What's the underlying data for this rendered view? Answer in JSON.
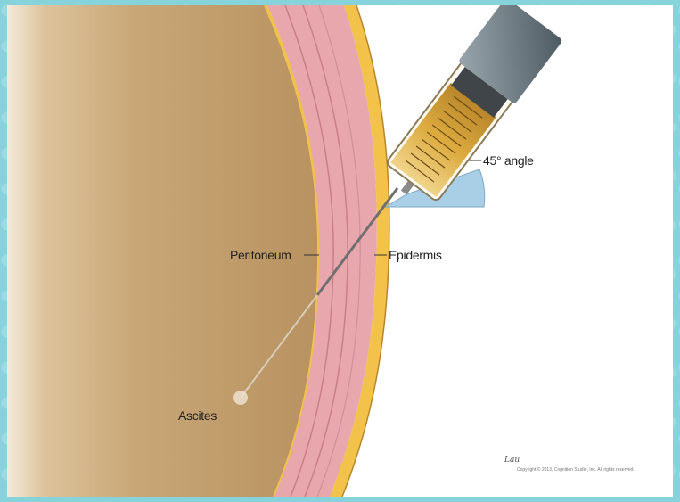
{
  "labels": {
    "angle": "45° angle",
    "peritoneum": "Peritoneum",
    "epidermis": "Epidermis",
    "ascites": "Ascites"
  },
  "credit": {
    "signature": "Lau",
    "copyright": "Copyright © 2013, Cognition Studio, Inc. All rights reserved."
  },
  "colors": {
    "background": "#86d3dc",
    "abdomen": "#c9a777",
    "dermis": "#e8a7ad",
    "fat": "#f2c24a",
    "syringe_fluid": "#e0b04a",
    "angle_wedge": "#a9cfe6"
  }
}
